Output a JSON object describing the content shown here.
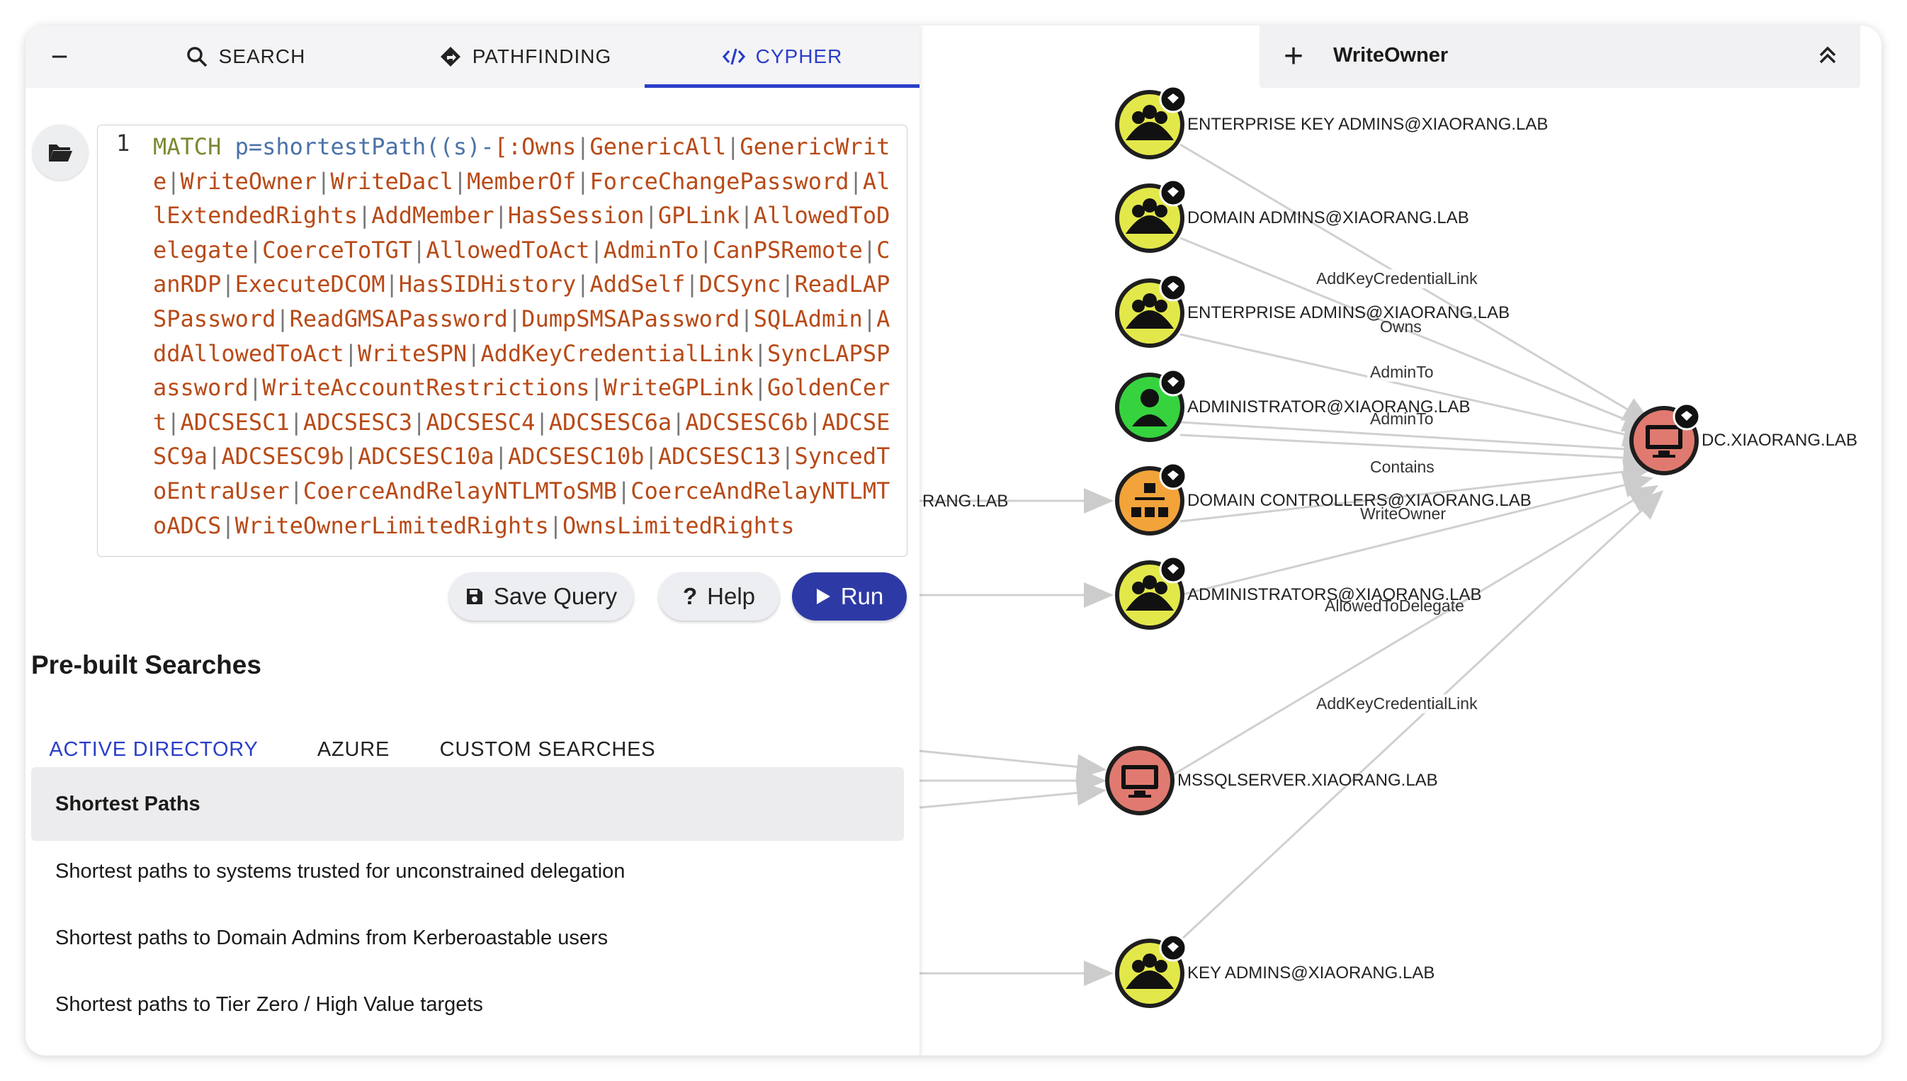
{
  "tabs": {
    "search": "SEARCH",
    "pathfinding": "PATHFINDING",
    "cypher": "CYPHER"
  },
  "editor": {
    "line_number": "1",
    "kw": "MATCH",
    "fn": " p=shortestPath((s)-",
    "rels": "[:Owns|GenericAll|GenericWrite|WriteOwner|WriteDacl|MemberOf|ForceChangePassword|AllExtendedRights|AddMember|HasSession|GPLink|AllowedToDelegate|CoerceToTGT|AllowedToAct|AdminTo|CanPSRemote|CanRDP|ExecuteDCOM|HasSIDHistory|AddSelf|DCSync|ReadLAPSPassword|ReadGMSAPassword|DumpSMSAPassword|SQLAdmin|AddAllowedToAct|WriteSPN|AddKeyCredentialLink|SyncLAPSPassword|WriteAccountRestrictions|WriteGPLink|GoldenCert|ADCSESC1|ADCSESC3|ADCSESC4|ADCSESC6a|ADCSESC6b|ADCSESC9a|ADCSESC9b|ADCSESC10a|ADCSESC10b|ADCSESC13|SyncedToEntraUser|CoerceAndRelayNTLMToSMB|CoerceAndRelayNTLMToADCS|WriteOwnerLimitedRights|OwnsLimitedRights"
  },
  "buttons": {
    "save_query": "Save Query",
    "help": "Help",
    "run": "Run"
  },
  "prebuilt": {
    "title": "Pre-built Searches",
    "tabs": [
      "ACTIVE DIRECTORY",
      "AZURE",
      "CUSTOM SEARCHES"
    ],
    "section": "Shortest Paths",
    "items": [
      "Shortest paths to systems trusted for unconstrained delegation",
      "Shortest paths to Domain Admins from Kerberoastable users",
      "Shortest paths to Tier Zero / High Value targets"
    ]
  },
  "edge_card": {
    "title": "WriteOwner"
  },
  "graph": {
    "nodes": [
      "ENTERPRISE KEY ADMINS@XIAORANG.LAB",
      "DOMAIN ADMINS@XIAORANG.LAB",
      "ENTERPRISE ADMINS@XIAORANG.LAB",
      "ADMINISTRATOR@XIAORANG.LAB",
      "DOMAIN CONTROLLERS@XIAORANG.LAB",
      "ADMINISTRATORS@XIAORANG.LAB",
      "MSSQLSERVER.XIAORANG.LAB",
      "KEY ADMINS@XIAORANG.LAB",
      "DC.XIAORANG.LAB",
      "RANG.LAB"
    ],
    "edges": [
      "AddKeyCredentialLink",
      "Owns",
      "AdminTo",
      "AdminTo",
      "Contains",
      "WriteOwner",
      "AllowedToDelegate",
      "AddKeyCredentialLink"
    ]
  },
  "colors": {
    "accent": "#2b3ec9",
    "run_button": "#2d3aa6",
    "group_node": "#e3e84a",
    "user_node": "#36d33f",
    "ou_node": "#f2a33a",
    "computer_node": "#e07a70"
  }
}
